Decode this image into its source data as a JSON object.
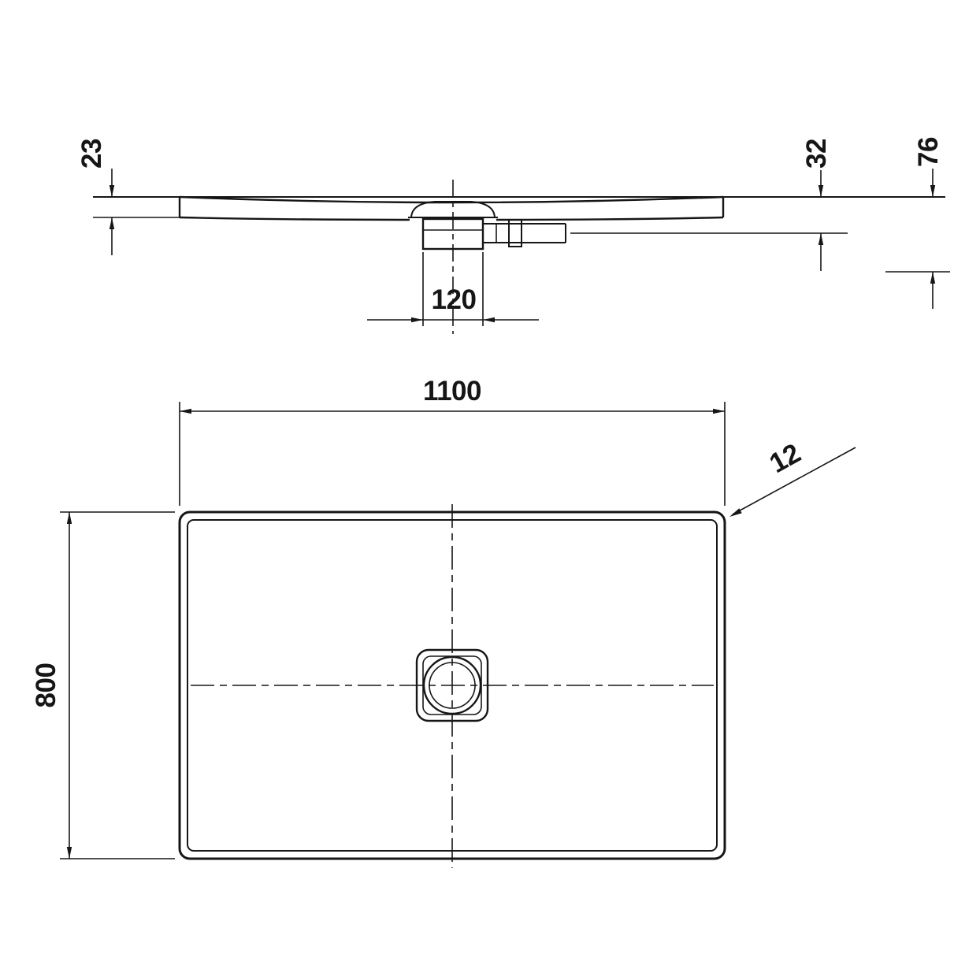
{
  "colors": {
    "line": "#161616",
    "background": "#ffffff"
  },
  "dimensions": {
    "side_view": {
      "rim_thickness_mm": "23",
      "outlet_height_mm": "32",
      "total_height_mm": "76",
      "drain_width_mm": "120"
    },
    "plan_view": {
      "length_mm": "1100",
      "width_mm": "800",
      "corner_radius_mm": "12"
    }
  }
}
